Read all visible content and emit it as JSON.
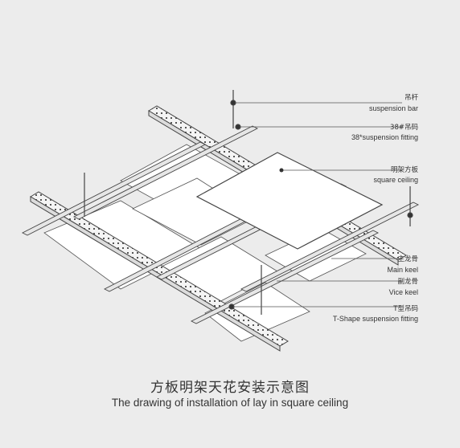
{
  "callouts": [
    {
      "id": "suspension-bar",
      "cn": "吊杆",
      "en": "suspension bar"
    },
    {
      "id": "suspension-fitting-38",
      "cn": "38#吊码",
      "en": "38*suspension fitting"
    },
    {
      "id": "square-ceiling",
      "cn": "明架方板",
      "en": "square ceiling"
    },
    {
      "id": "main-keel",
      "cn": "主龙骨",
      "en": "Main keel"
    },
    {
      "id": "vice-keel",
      "cn": "副龙骨",
      "en": "Vice keel"
    },
    {
      "id": "t-shape-fitting",
      "cn": "T型吊码",
      "en": "T-Shape suspension fitting"
    }
  ],
  "caption": {
    "cn": "方板明架天花安装示意图",
    "en": "The drawing of installation of  lay in square ceiling"
  },
  "colors": {
    "background": "#ececec",
    "line": "#444444",
    "panel": "#ffffff"
  }
}
